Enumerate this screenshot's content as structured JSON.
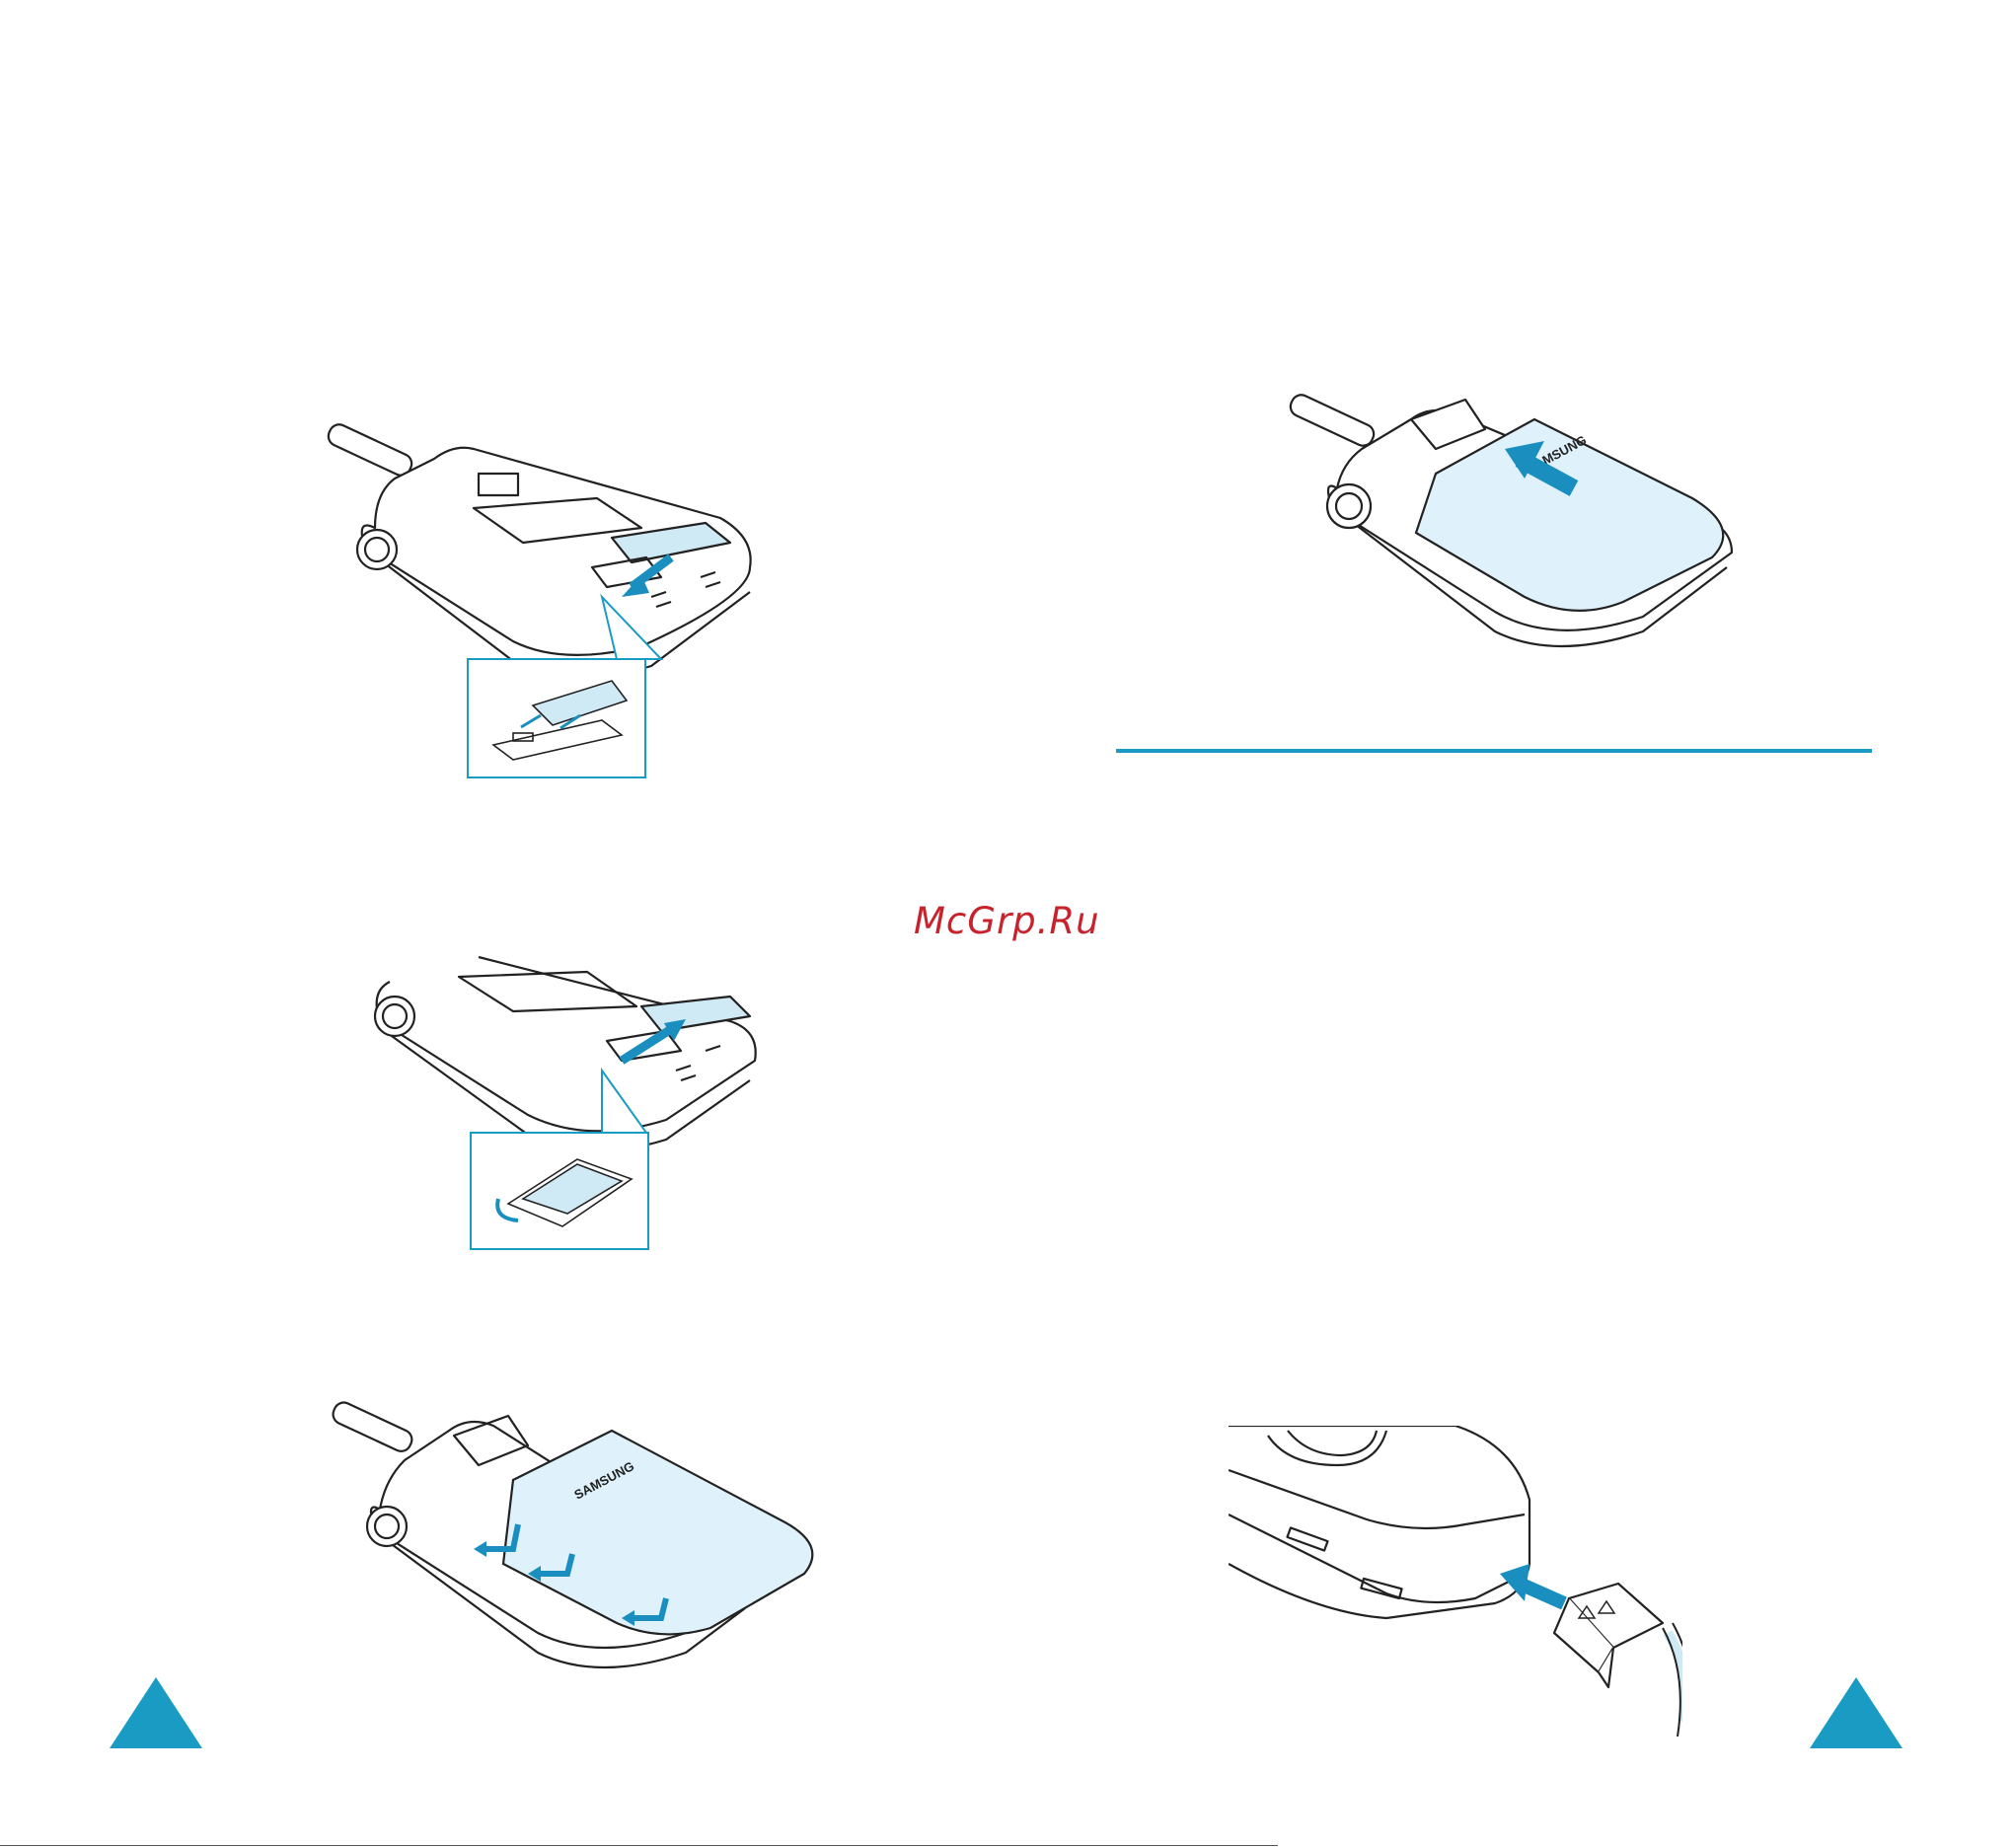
{
  "watermark": {
    "text": "McGrp.Ru",
    "color": "#c8232c"
  },
  "battery_brand": "SAMSUNG",
  "colors": {
    "accent": "#1a9bc4",
    "arrow": "#1a8fbf",
    "card_fill": "#cfe9f5",
    "cover_fill": "#dff2fb",
    "line": "#222222"
  },
  "illustrations": [
    {
      "name": "sim-insert",
      "icon": "phone-back-sim-insert-icon"
    },
    {
      "name": "battery-slide-on",
      "icon": "phone-battery-slide-icon"
    },
    {
      "name": "sim-remove",
      "icon": "phone-back-sim-remove-icon"
    },
    {
      "name": "battery-attach",
      "icon": "phone-battery-attach-icon"
    },
    {
      "name": "charger-connect",
      "icon": "phone-charger-connect-icon"
    }
  ],
  "footer": {
    "text": ""
  }
}
